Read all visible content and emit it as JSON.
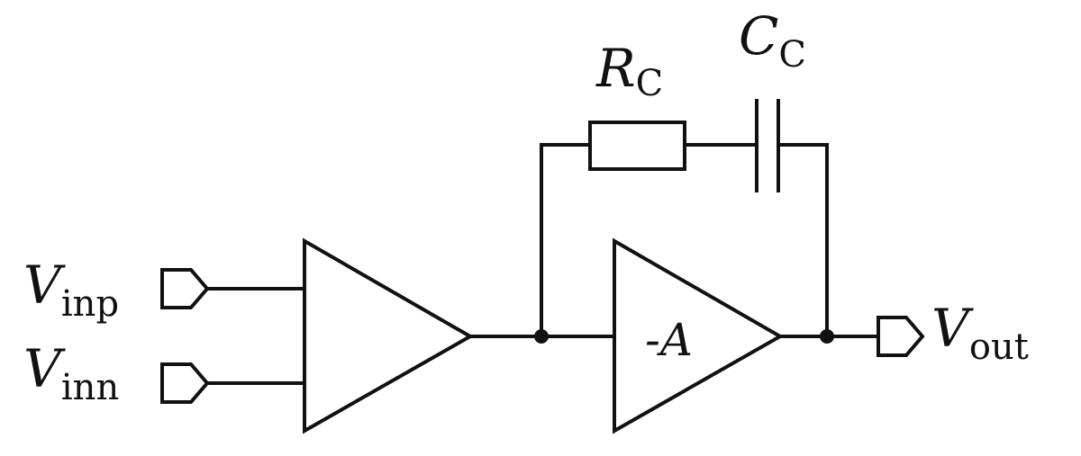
{
  "labels": {
    "vinp": {
      "main": "V",
      "sub": "inp"
    },
    "vinn": {
      "main": "V",
      "sub": "inn"
    },
    "vout": {
      "main": "V",
      "sub": "out"
    },
    "rc": {
      "main": "R",
      "sub": "C"
    },
    "cc": {
      "main": "C",
      "sub": "C"
    },
    "gain": "-A"
  }
}
